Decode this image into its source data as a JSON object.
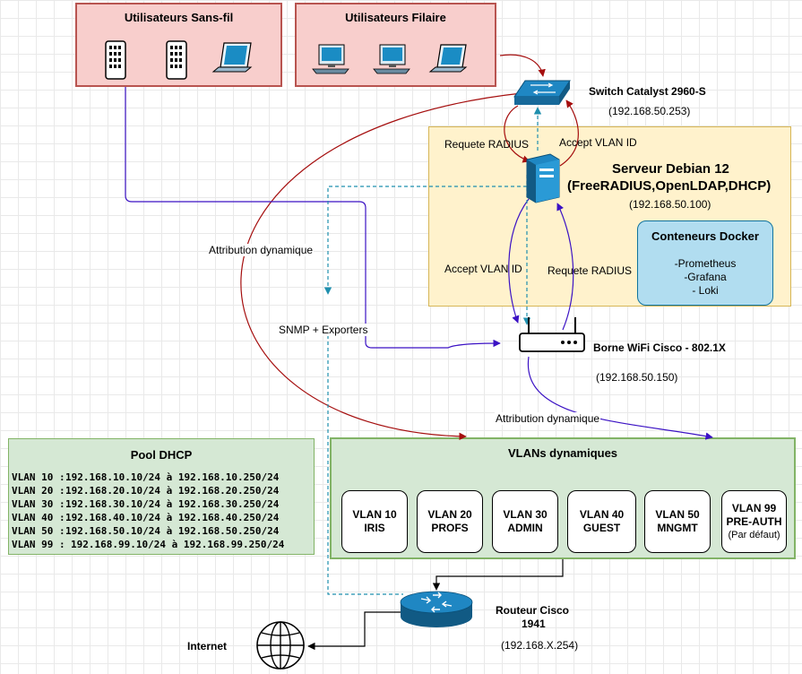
{
  "groups": {
    "wireless": {
      "title": "Utilisateurs Sans-fil"
    },
    "wired": {
      "title": "Utilisateurs Filaire"
    },
    "server_zone": {
      "title_line1": "Serveur Debian 12",
      "title_line2": "(FreeRADIUS,OpenLDAP,DHCP)",
      "ip": "(192.168.50.100)"
    },
    "docker": {
      "title": "Conteneurs Docker",
      "items": [
        "-Prometheus",
        "-Grafana",
        "- Loki"
      ]
    }
  },
  "devices": {
    "switch": {
      "name": "Switch Catalyst 2960-S",
      "ip": "(192.168.50.253)"
    },
    "ap": {
      "name": "Borne WiFi Cisco - 802.1X",
      "ip": "(192.168.50.150)"
    },
    "router": {
      "name_line1": "Routeur Cisco",
      "name_line2": "1941",
      "ip": "(192.168.X.254)"
    },
    "internet": {
      "name": "Internet"
    }
  },
  "edge_labels": {
    "req_radius_top": "Requete RADIUS",
    "accept_vlan_top": "Accept VLAN ID",
    "accept_vlan_bottom": "Accept VLAN ID",
    "req_radius_bottom": "Requete RADIUS",
    "attr_dyn_left": "Attribution dynamique",
    "attr_dyn_right": "Attribution dynamique",
    "snmp": "SNMP + Exporters"
  },
  "pool": {
    "title": "Pool DHCP",
    "rows": [
      {
        "vlan": "VLAN 10 :",
        "range": "192.168.10.10/24 à 192.168.10.250/24"
      },
      {
        "vlan": "VLAN 20 :",
        "range": "192.168.20.10/24 à 192.168.20.250/24"
      },
      {
        "vlan": "VLAN 30 :",
        "range": "192.168.30.10/24 à 192.168.30.250/24"
      },
      {
        "vlan": "VLAN 40 :",
        "range": "192.168.40.10/24 à 192.168.40.250/24"
      },
      {
        "vlan": "VLAN 50 :",
        "range": "192.168.50.10/24 à 192.168.50.250/24"
      },
      {
        "vlan": "VLAN  99 :",
        "range": "192.168.99.10/24 à 192.168.99.250/24"
      }
    ]
  },
  "vlans": {
    "title": "VLANs dynamiques",
    "items": [
      {
        "id": "VLAN 10",
        "name": "IRIS",
        "note": ""
      },
      {
        "id": "VLAN 20",
        "name": "PROFS",
        "note": ""
      },
      {
        "id": "VLAN 30",
        "name": "ADMIN",
        "note": ""
      },
      {
        "id": "VLAN 40",
        "name": "GUEST",
        "note": ""
      },
      {
        "id": "VLAN 50",
        "name": "MNGMT",
        "note": ""
      },
      {
        "id": "VLAN 99",
        "name": "PRE-AUTH",
        "note": "(Par défaut)"
      }
    ]
  },
  "colors": {
    "pink_fill": "#f8cecc",
    "pink_border": "#b85450",
    "yellow_fill": "#fff2cc",
    "yellow_border": "#d6b656",
    "blue_fill": "#b1ddf0",
    "blue_border": "#10739e",
    "green_fill": "#d5e8d4",
    "green_border": "#82b366",
    "red_line": "#a50e0e",
    "purple_line": "#3b12c4",
    "teal_line": "#1f8fae"
  },
  "icons": [
    "mobile-phone-icon",
    "laptop-icon",
    "desktop-pc-icon",
    "switch-icon",
    "server-icon",
    "wifi-router-icon",
    "router-icon",
    "globe-icon"
  ]
}
